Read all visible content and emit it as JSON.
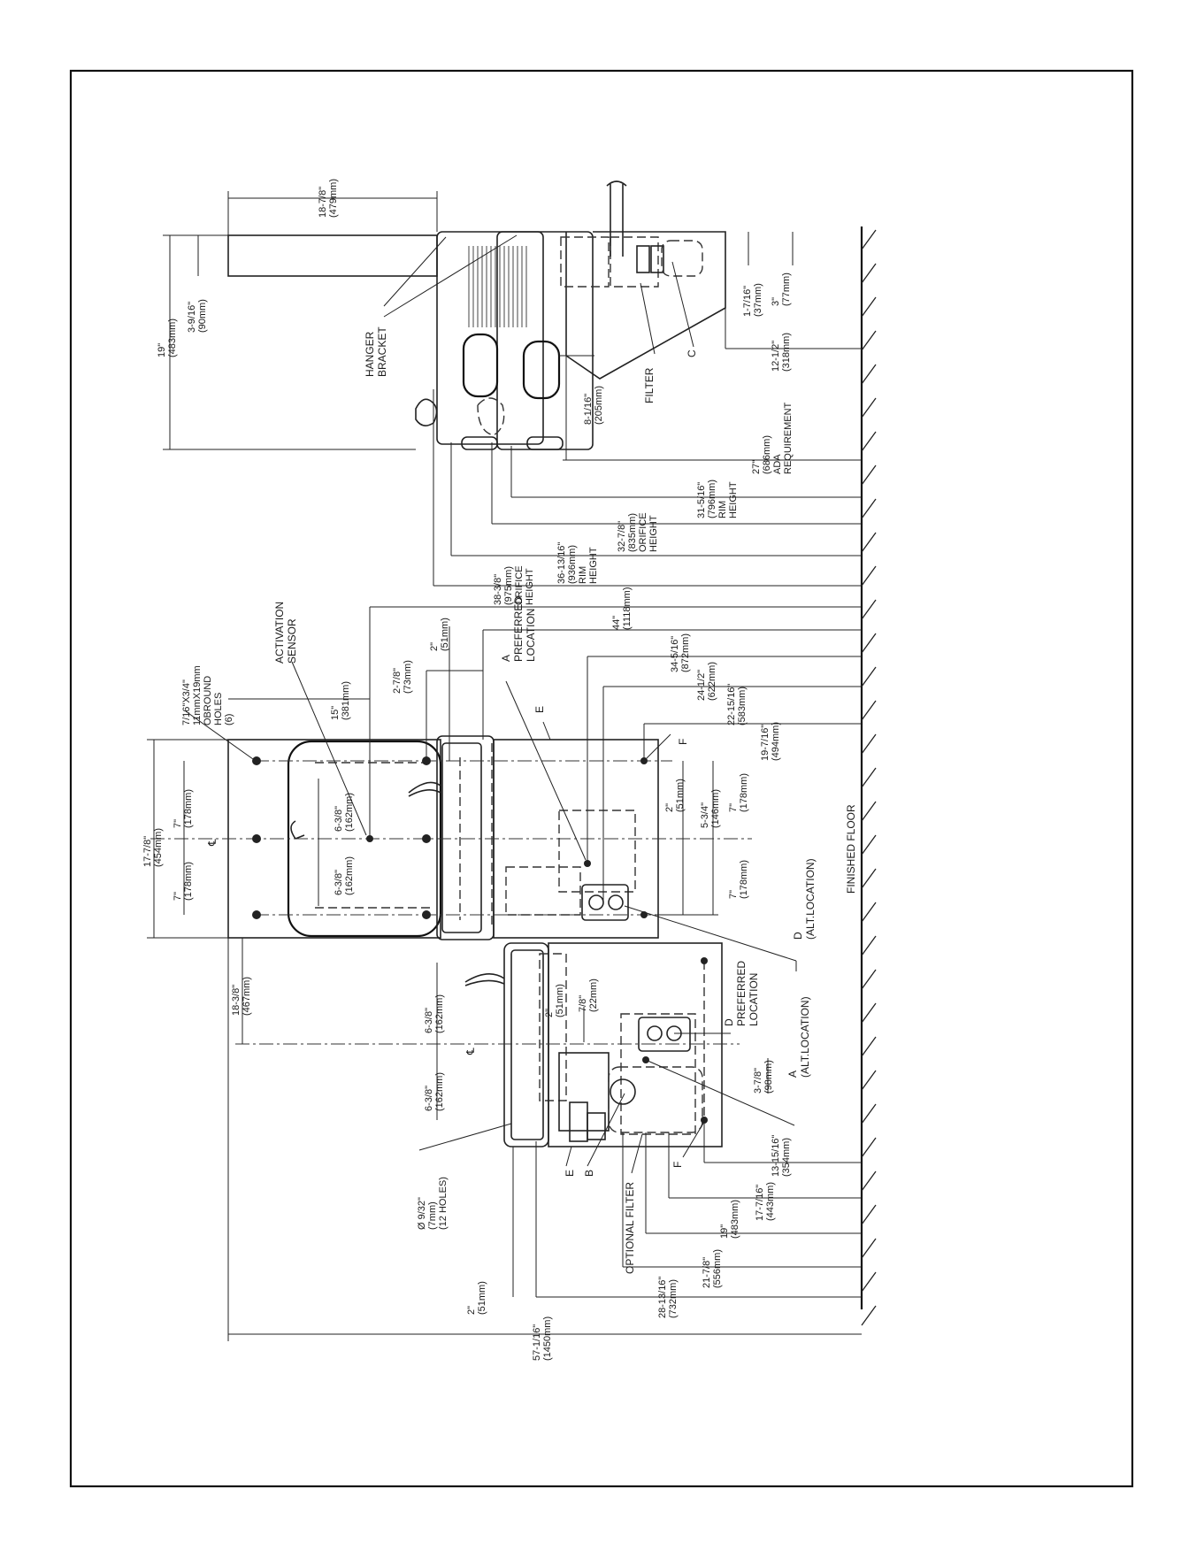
{
  "drawing": {
    "finished_floor": "FINISHED FLOOR",
    "side_view": {
      "depth": "18-7/8\" (479mm)",
      "height": "19\" (483mm)",
      "bracket_offset": "3-9/16\" (90mm)",
      "hanger_bracket": "HANGER BRACKET",
      "filter": "FILTER",
      "c_label": "C",
      "c_small": "1-7/16\" (37mm)",
      "c_mid": "3\" (77mm)",
      "c_height": "12-1/2\" (318mm)",
      "bowl_depth": "8-1/16\" (205mm)",
      "ada": "27\" (686mm) ADA REQUIREMENT",
      "rim_low": "31-5/16\" (796mm) RIM HEIGHT",
      "orifice_low": "32-7/8\" (835mm) ORIFICE HEIGHT",
      "rim_high": "36-13/16\" (936mm) RIM HEIGHT",
      "orifice_high": "38-3/8\" (975mm) ORIFICE HEIGHT"
    },
    "front_view": {
      "width": "17-7/8\" (454mm)",
      "half_left": "7\" (178mm)",
      "half_right": "7\" (178mm)",
      "holes": "7/16\"X3/4\" 11mmX19mm OBROUND HOLES (6)",
      "activation_sensor": "ACTIVATION SENSOR",
      "sensor_height": "15\" (381mm)",
      "d_273": "2-7/8\" (73mm)",
      "d_2": "2\" (51mm)",
      "bubbler_a": "6-3/8\" (162mm)",
      "bubbler_b": "6-3/8\" (162mm)",
      "h_44": "44\" (1118mm)",
      "h_345": "34-5/16\" (872mm)",
      "h_245": "24-1/2\" (622mm)",
      "h_229": "22-15/16\" (583mm)",
      "h_197": "19-7/16\" (494mm)",
      "a_pref": "A PREFERRED LOCATION",
      "e_label": "E",
      "f_label": "F",
      "w_2": "2\" (51mm)",
      "w_534": "5-3/4\" (146mm)",
      "w_7a": "7\" (178mm)",
      "w_7b": "7\" (178mm)",
      "d_alt": "D (ALT.LOCATION)",
      "left_offset": "18-3/8\" (467mm)",
      "center_mark": "℄"
    },
    "plan_view": {
      "d_pref": "D PREFERRED LOCATION",
      "a_alt": "A (ALT.LOCATION)",
      "p_638a": "6-3/8\" (162mm)",
      "p_638b": "6-3/8\" (162mm)",
      "p_2": "2\" (51mm)",
      "p_78": "7/8\" (22mm)",
      "p_378": "3-7/8\" (98mm)",
      "holes12": "Ø 9/32\" (7mm) (12 HOLES)",
      "e_label": "E",
      "b_label": "B",
      "f_label": "F",
      "optional_filter": "OPTIONAL FILTER",
      "h_1315": "13-15/16\" (354mm)",
      "h_1774": "17-7/16\" (443mm)",
      "h_19": "19\" (483mm)",
      "h_2178": "21-7/8\" (556mm)",
      "h_2813": "28-13/16\" (732mm)",
      "h_5716": "57-1/16\" (1450mm)",
      "w_2": "2\" (51mm)"
    }
  }
}
